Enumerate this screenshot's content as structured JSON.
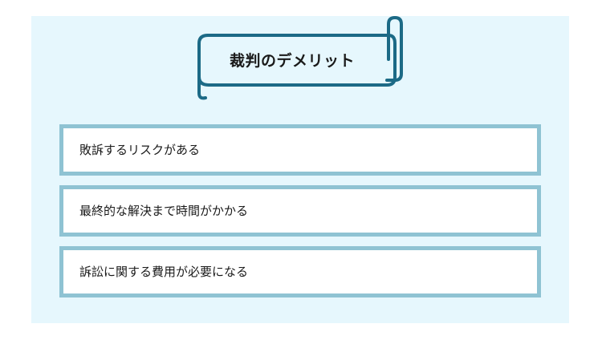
{
  "title": "裁判のデメリット",
  "items": [
    {
      "label": "敗訴するリスクがある"
    },
    {
      "label": "最終的な解決まで時間がかかる"
    },
    {
      "label": "訴訟に関する費用が必要になる"
    }
  ],
  "colors": {
    "panel_background": "#e6f7fd",
    "banner_stroke": "#1c6a86",
    "item_border": "#8fc3d3"
  }
}
